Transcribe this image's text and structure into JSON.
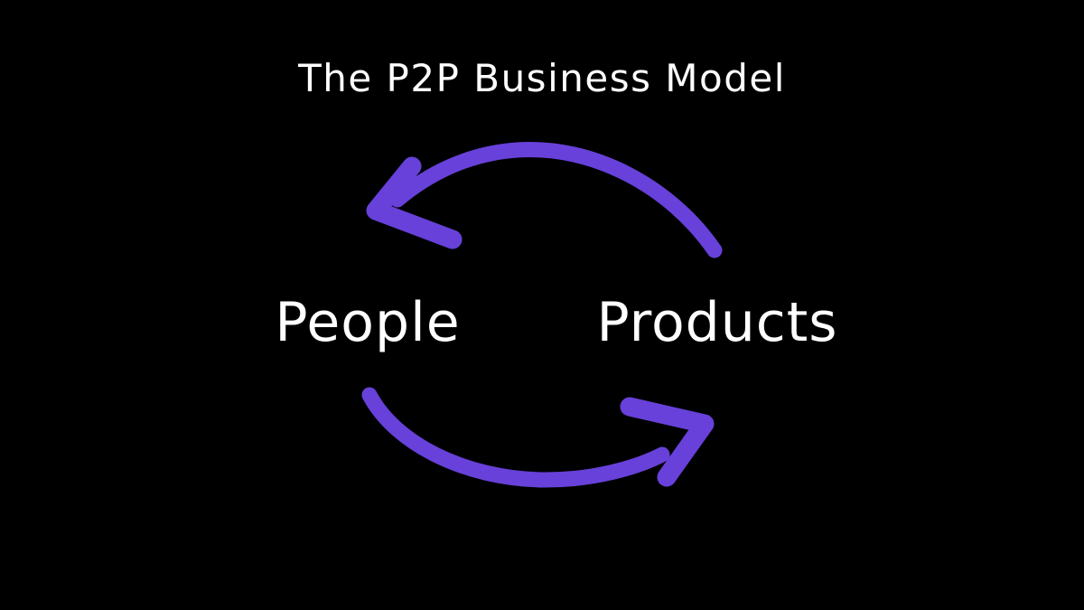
{
  "colors": {
    "background": "#000000",
    "text": "#ffffff",
    "arrow": "#6741d9"
  },
  "title": "The P2P Business Model",
  "diagram": {
    "type": "cycle",
    "nodes": [
      {
        "id": "people",
        "label": "People"
      },
      {
        "id": "products",
        "label": "Products"
      }
    ],
    "arrows": [
      {
        "id": "top-arrow",
        "from": "products",
        "to": "people",
        "direction": "right-to-left"
      },
      {
        "id": "bottom-arrow",
        "from": "people",
        "to": "products",
        "direction": "left-to-right"
      }
    ]
  }
}
